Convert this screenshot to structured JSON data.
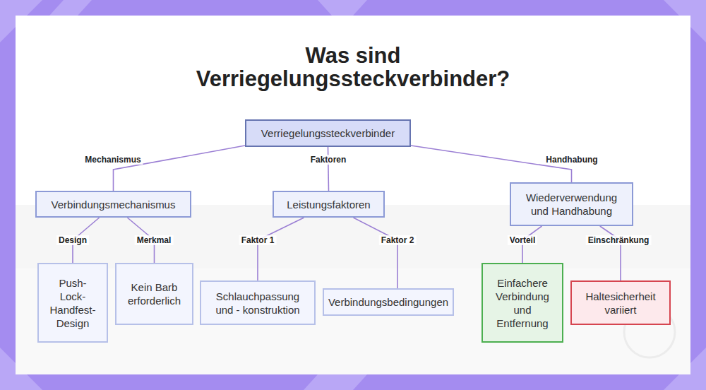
{
  "diagram": {
    "title": "Was sind Verriegelungssteckverbinder?",
    "nodes": [
      {
        "text": [
          "Verriegelungssteckverbinder"
        ]
      },
      {
        "text": [
          "Verbindungsmechanismus"
        ]
      },
      {
        "text": [
          "Leistungsfaktoren"
        ]
      },
      {
        "text": [
          "Wiederverwendung und Handhabung"
        ]
      },
      {
        "text": [
          "Push-Lock-Handfest-Design"
        ]
      },
      {
        "text": [
          "Kein Barb erforderlich"
        ]
      },
      {
        "text": [
          "Schlauchpassung und - konstruktion"
        ]
      },
      {
        "text": [
          "Verbindungsbedingungen"
        ]
      },
      {
        "text": [
          "Einfachere Verbindung und Entfernung"
        ]
      },
      {
        "text": [
          "Haltesicherheit variiert"
        ]
      }
    ],
    "edges": [
      {
        "from": 0,
        "to": 1,
        "label": "Mechanismus",
        "arrow": "none"
      },
      {
        "from": 0,
        "to": 2,
        "label": "Faktoren",
        "arrow": "none"
      },
      {
        "from": 0,
        "to": 3,
        "label": "Handhabung",
        "arrow": "none"
      },
      {
        "from": 1,
        "to": 4,
        "label": "Design",
        "arrow": "none"
      },
      {
        "from": 1,
        "to": 5,
        "label": "Merkmal",
        "arrow": "none"
      },
      {
        "from": 2,
        "to": 6,
        "label": "Faktor 1",
        "arrow": "none"
      },
      {
        "from": 2,
        "to": 7,
        "label": "Faktor 2",
        "arrow": "none"
      },
      {
        "from": 3,
        "to": 8,
        "label": "Vorteil",
        "arrow": "none"
      },
      {
        "from": 3,
        "to": 9,
        "label": "Einschränkung",
        "arrow": "none"
      }
    ]
  }
}
